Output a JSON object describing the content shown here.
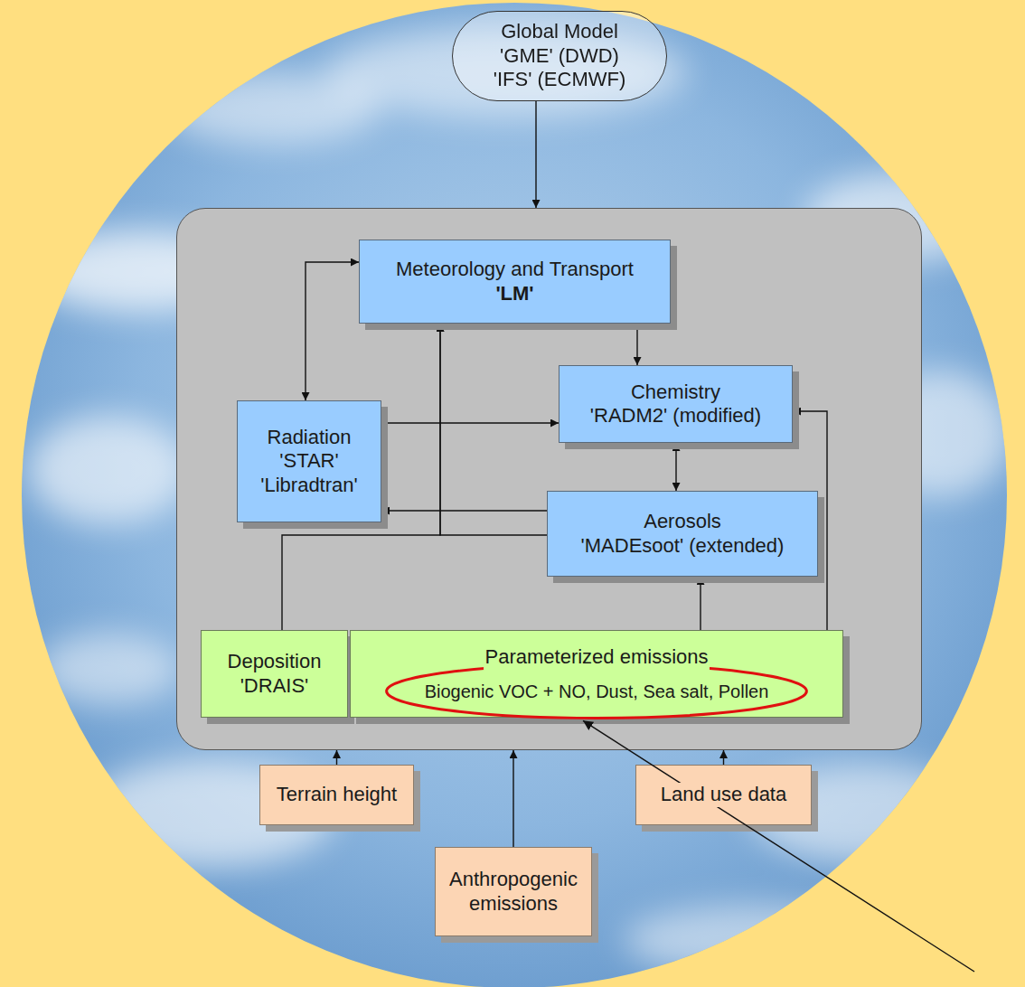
{
  "diagram": {
    "nodes": [
      {
        "text": [
          "Global Model 'GME' (DWD) 'IFS' (ECMWF)"
        ]
      },
      {
        "text": [
          "Meteorology and Transport",
          "'LM'"
        ]
      },
      {
        "text": [
          "Chemistry",
          "'RADM2' (modified)"
        ]
      },
      {
        "text": [
          "Radiation 'STAR' 'Libradtran'"
        ]
      },
      {
        "text": [
          "Aerosols",
          "'MADEsoot' (extended)"
        ]
      },
      {
        "text": [
          "Deposition",
          "'DRAIS'"
        ]
      },
      {
        "text": [
          "Parameterized emissions",
          "Biogenic VOC + NO, Dust, Sea salt, Pollen"
        ]
      },
      {
        "text": [
          "Terrain height"
        ]
      },
      {
        "text": [
          "Land use data"
        ]
      },
      {
        "text": [
          "Anthropogenic emissions"
        ]
      }
    ],
    "edges": [
      {
        "from": 1,
        "to": 2,
        "arrow": "to"
      },
      {
        "from": 3,
        "to": 1,
        "arrow": "both"
      },
      {
        "from": 3,
        "to": 2,
        "arrow": "to"
      },
      {
        "from": 4,
        "to": 3,
        "arrow": "to"
      },
      {
        "from": 2,
        "to": 4,
        "arrow": "both"
      },
      {
        "from": 4,
        "to": 1,
        "arrow": "to"
      },
      {
        "from": 5,
        "to": 1,
        "arrow": "to"
      },
      {
        "from": 6,
        "to": 4,
        "arrow": "to"
      },
      {
        "from": 6,
        "to": 2,
        "arrow": "to"
      }
    ]
  }
}
